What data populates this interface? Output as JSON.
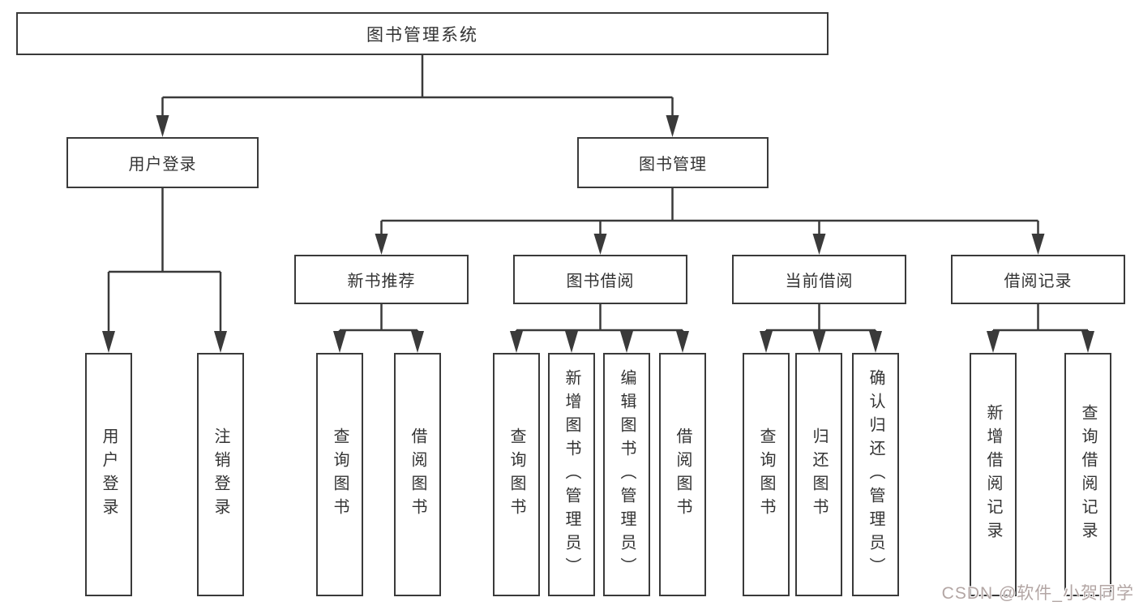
{
  "tree": {
    "root": {
      "label": "图书管理系统"
    },
    "user_branch": {
      "label": "用户登录",
      "children": [
        {
          "label": "用户登录"
        },
        {
          "label": "注销登录"
        }
      ]
    },
    "book_branch": {
      "label": "图书管理",
      "groups": [
        {
          "label": "新书推荐",
          "children": [
            {
              "label": "查询图书"
            },
            {
              "label": "借阅图书"
            }
          ]
        },
        {
          "label": "图书借阅",
          "children": [
            {
              "label": "查询图书"
            },
            {
              "label": "新增图书（管理员）"
            },
            {
              "label": "编辑图书（管理员）"
            },
            {
              "label": "借阅图书"
            }
          ]
        },
        {
          "label": "当前借阅",
          "children": [
            {
              "label": "查询图书"
            },
            {
              "label": "归还图书"
            },
            {
              "label": "确认归还（管理员）"
            }
          ]
        },
        {
          "label": "借阅记录",
          "children": [
            {
              "label": "新增借阅记录"
            },
            {
              "label": "查询借阅记录"
            }
          ]
        }
      ]
    }
  },
  "watermark": "CSDN @软件_小贺同学",
  "colors": {
    "line": "#3a3a3a",
    "text": "#333333",
    "background": "#ffffff",
    "watermark": "#b3a6a4"
  }
}
